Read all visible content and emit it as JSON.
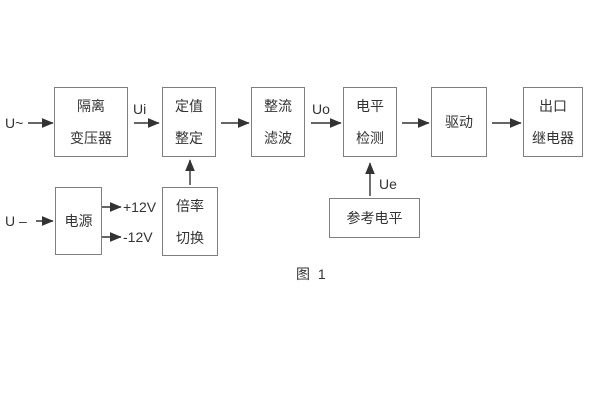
{
  "figure": {
    "caption": "图 1"
  },
  "blocks": {
    "isolation_transformer": {
      "line1": "隔离",
      "line2": "变压器"
    },
    "setting_adjust": {
      "line1": "定值",
      "line2": "整定"
    },
    "rectifier_filter": {
      "line1": "整流",
      "line2": "滤波"
    },
    "level_detect": {
      "line1": "电平",
      "line2": "检测"
    },
    "drive": {
      "line1": "驱动"
    },
    "output_relay": {
      "line1": "出口",
      "line2": "继电器"
    },
    "power_supply": {
      "line1": "电源"
    },
    "rate_switch": {
      "line1": "倍率",
      "line2": "切换"
    },
    "reference_level": {
      "line1": "参考电平"
    }
  },
  "signals": {
    "input_ac": "U~",
    "input_dc": "U –",
    "ui": "Ui",
    "uo": "Uo",
    "ue": "Ue",
    "plus12": "+12V",
    "minus12": "-12V"
  },
  "colors": {
    "line": "#333333",
    "border": "#7f7f7f",
    "text": "#333333",
    "background": "#ffffff"
  }
}
